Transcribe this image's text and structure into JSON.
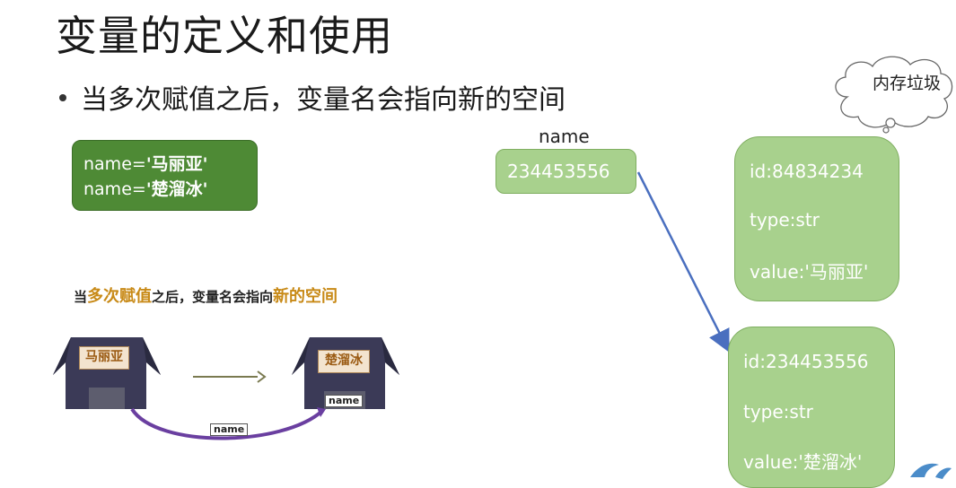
{
  "title": "变量的定义和使用",
  "bullet": "当多次赋值之后，变量名会指向新的空间",
  "code": {
    "line1_prefix": "name=",
    "line1_value": "'马丽亚'",
    "line2_prefix": "name=",
    "line2_value": "'楚溜冰'"
  },
  "variable": {
    "label": "name",
    "value": "234453556"
  },
  "memory": [
    {
      "id": "id:84834234",
      "type": "type:str",
      "value": "value:'马丽亚'"
    },
    {
      "id": "id:234453556",
      "type": "type:str",
      "value": "value:'楚溜冰'"
    }
  ],
  "cloud": {
    "text": "内存垃圾"
  },
  "illustration": {
    "caption_parts": [
      "当",
      "多次赋值",
      "之后，变量名会指向",
      "新的空间"
    ],
    "house1_label": "马丽亚",
    "house2_label": "楚溜冰",
    "tag_under_house2": "name",
    "tag_on_curve": "name"
  },
  "colors": {
    "code_box": "#4e8a35",
    "memory_box": "#a8d18d",
    "arrow": "#4a6fbf",
    "accent": "#c88a17"
  }
}
